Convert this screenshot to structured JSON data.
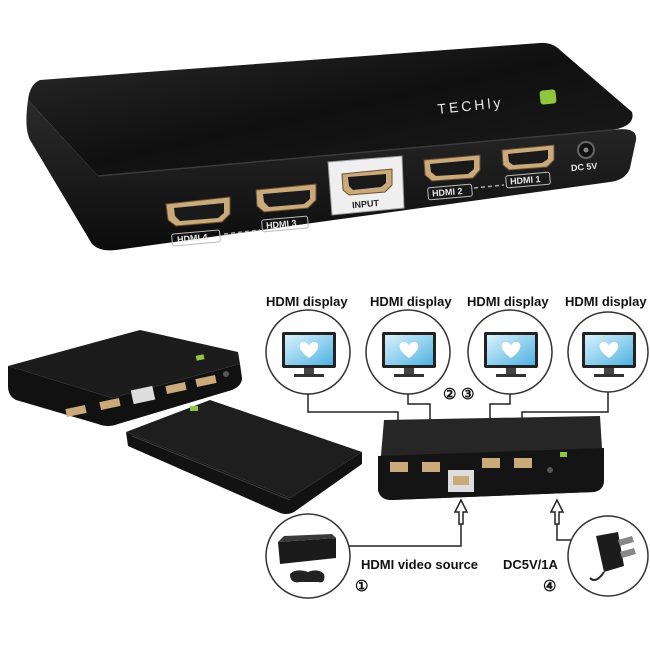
{
  "device": {
    "brand": "TECHly",
    "ports": [
      "HDMI 4",
      "HDMI 3",
      "INPUT",
      "HDMI 2",
      "HDMI 1"
    ],
    "power": "DC 5V"
  },
  "diagram": {
    "displays": [
      "HDMI display",
      "HDMI display",
      "HDMI display",
      "HDMI display"
    ],
    "step_markers": [
      "②",
      "③",
      "①",
      "④"
    ],
    "source_label": "HDMI video source",
    "power_label": "DC5V/1A"
  }
}
